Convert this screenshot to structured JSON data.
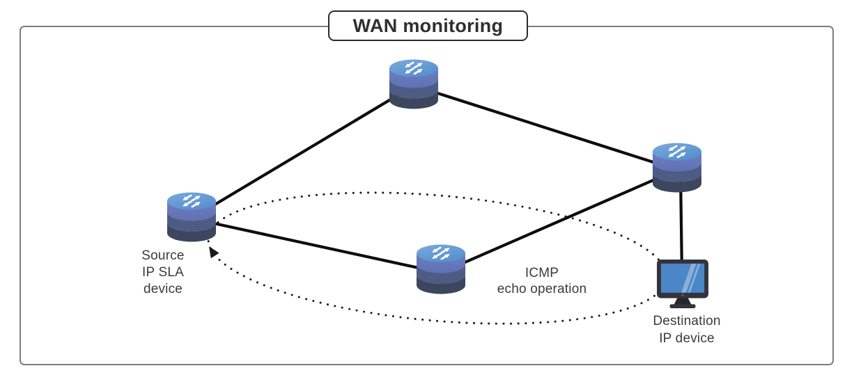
{
  "title": "WAN monitoring",
  "labels": {
    "source": [
      "Source",
      "IP SLA",
      "device"
    ],
    "icmp": [
      "ICMP",
      "echo operation"
    ],
    "destination": [
      "Destination",
      "IP device"
    ]
  },
  "nodes": [
    {
      "id": "top-router",
      "type": "router"
    },
    {
      "id": "right-router",
      "type": "router"
    },
    {
      "id": "source-router",
      "type": "router",
      "label": "Source IP SLA device"
    },
    {
      "id": "middle-router",
      "type": "router"
    },
    {
      "id": "destination-monitor",
      "type": "computer-monitor",
      "label": "Destination IP device"
    }
  ],
  "connections": [
    [
      "top-router",
      "source-router"
    ],
    [
      "top-router",
      "right-router"
    ],
    [
      "source-router",
      "middle-router"
    ],
    [
      "middle-router",
      "right-router"
    ],
    [
      "right-router",
      "destination-monitor"
    ]
  ],
  "flow": {
    "name": "ICMP echo operation",
    "path": "source-router -> destination-monitor -> source-router",
    "style": "dotted ellipse loop with arrowhead returning to source"
  },
  "colors": {
    "router-cap": "#5d95d1",
    "router-band1": "#6577b9",
    "router-band2": "#4e5b85",
    "router-band3": "#3c465f",
    "link-line": "#0d0d0d",
    "dotted-line": "#1a1a1a",
    "monitor-frame": "#33333b",
    "monitor-screen": "#4b86c7",
    "monitor-stand": "#26262c",
    "label-text": "#3b3b3b",
    "title-text": "#2f2f2f",
    "title-border": "#2b2b2b",
    "frame-border": "#7d7d7d"
  }
}
